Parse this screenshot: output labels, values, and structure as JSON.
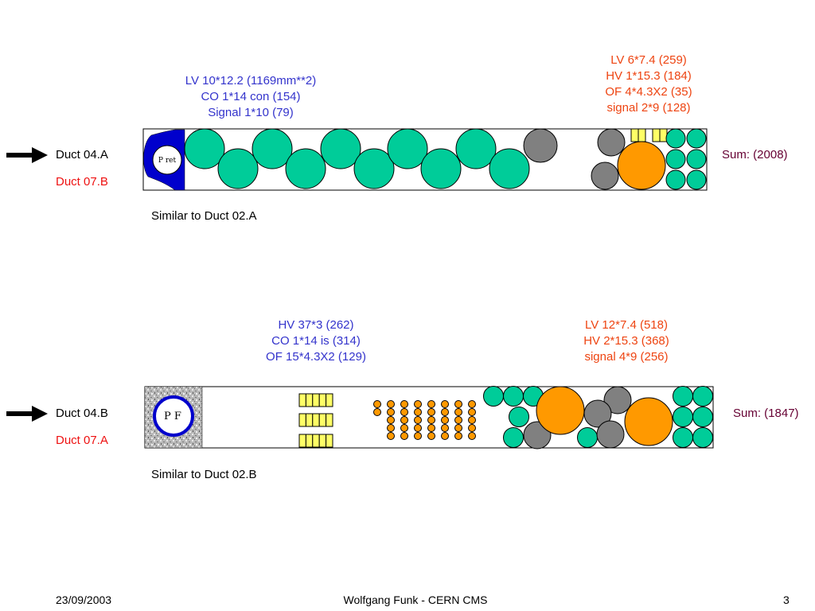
{
  "section_a": {
    "blue_labels": [
      "LV  10*12.2 (1169mm**2)",
      "CO 1*14 con (154)",
      "Signal 1*10 (79)"
    ],
    "orange_labels": [
      "LV  6*7.4 (259)",
      "HV 1*15.3 (184)",
      "OF 4*4.3X2 (35)",
      "signal 2*9 (128)"
    ],
    "duct_primary": "Duct 04.A",
    "duct_secondary": "Duct 07.B",
    "sum": "Sum: (2008)",
    "similar": "Similar to Duct 02.A",
    "pipe_label": "P ret"
  },
  "section_b": {
    "blue_labels": [
      "HV  37*3 (262)",
      "CO 1*14 is (314)",
      "OF 15*4.3X2 (129)"
    ],
    "orange_labels": [
      "LV  12*7.4 (518)",
      "HV 2*15.3 (368)",
      "signal 4*9 (256)"
    ],
    "duct_primary": "Duct 04.B",
    "duct_secondary": "Duct 07.A",
    "sum": "Sum: (1847)",
    "similar": "Similar to Duct 02.B",
    "pipe_label": "P F"
  },
  "footer": {
    "date": "23/09/2003",
    "author": "Wolfgang Funk - CERN  CMS",
    "page": "3"
  },
  "colors": {
    "green": "#00cc99",
    "grey": "#808080",
    "orange": "#ff9900",
    "yellow": "#ffff66",
    "blue": "#0000cc"
  }
}
